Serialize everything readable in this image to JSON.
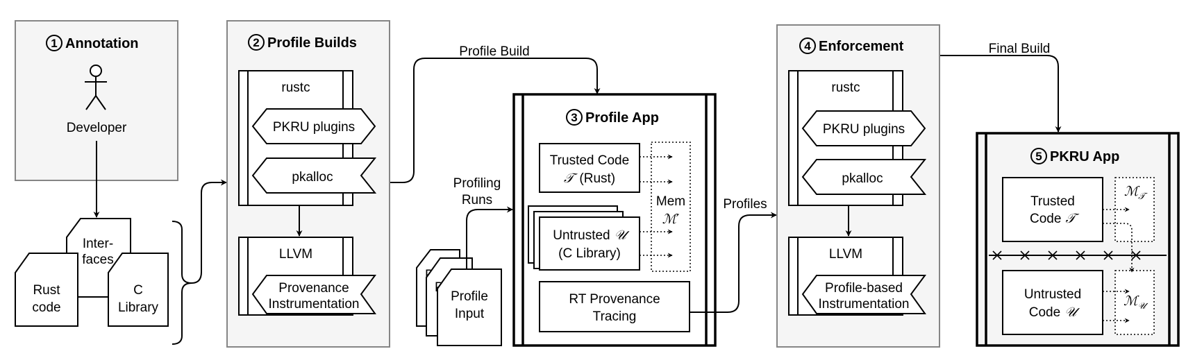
{
  "stages": {
    "annotation": {
      "number": "1",
      "title": "Annotation",
      "actor": "Developer"
    },
    "profile_builds": {
      "number": "2",
      "title": "Profile Builds"
    },
    "profile_app": {
      "number": "3",
      "title": "Profile App"
    },
    "enforcement": {
      "number": "4",
      "title": "Enforcement"
    },
    "pkru_app": {
      "number": "5",
      "title": "PKRU App"
    }
  },
  "inputs": {
    "interfaces": [
      "Inter-",
      "faces"
    ],
    "rust_code": [
      "Rust",
      "code"
    ],
    "c_library": [
      "C",
      "Library"
    ]
  },
  "profile_builds": {
    "rustc": "rustc",
    "pkru_plugins": "PKRU plugins",
    "pkalloc": "pkalloc",
    "llvm": "LLVM",
    "instrumentation": [
      "Provenance",
      "Instrumentation"
    ]
  },
  "profile_app": {
    "trusted": {
      "line1": "Trusted Code",
      "symbol": "𝒯",
      "suffix": "(Rust)"
    },
    "untrusted": {
      "prefix": "Untrusted",
      "symbol": "𝒰",
      "line2": "(C Library)"
    },
    "mem": {
      "label": "Mem",
      "symbol": "ℳ′"
    },
    "tracing": [
      "RT Provenance",
      "Tracing"
    ]
  },
  "profile_input": {
    "stack_prefix_1": "P",
    "stack_prefix_2": "P",
    "lines": [
      "Profile",
      "Input"
    ]
  },
  "enforcement": {
    "rustc": "rustc",
    "pkru_plugins": "PKRU plugins",
    "pkalloc": "pkalloc",
    "llvm": "LLVM",
    "instrumentation": [
      "Profile-based",
      "Instrumentation"
    ]
  },
  "pkru_app": {
    "trusted": {
      "line1": "Trusted",
      "prefix": "Code",
      "symbol": "𝒯"
    },
    "untrusted": {
      "line1": "Untrusted",
      "prefix": "Code",
      "symbol": "𝒰"
    },
    "mem_trusted": {
      "base": "ℳ",
      "sub": "𝒯"
    },
    "mem_untrusted": {
      "base": "ℳ",
      "sub": "𝒰"
    }
  },
  "edges": {
    "profile_build": "Profile Build",
    "profiling_runs": [
      "Profiling",
      "Runs"
    ],
    "profiles": "Profiles",
    "final_build": "Final Build"
  },
  "colors": {
    "panel_fill": "#f5f5f5",
    "panel_stroke": "#858585",
    "line": "#000000",
    "box_fill": "#ffffff"
  }
}
